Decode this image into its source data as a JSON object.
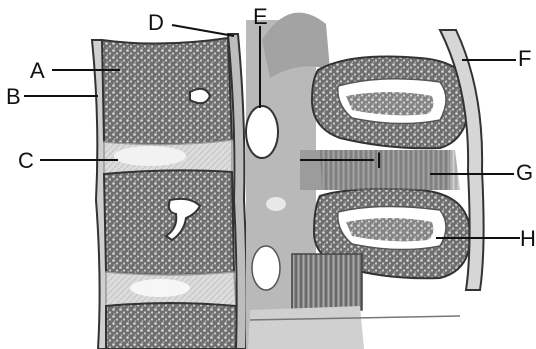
{
  "labels": {
    "a": "A",
    "b": "B",
    "c": "C",
    "d": "D",
    "e": "E",
    "f": "F",
    "g": "G",
    "h": "H",
    "i": "I"
  }
}
